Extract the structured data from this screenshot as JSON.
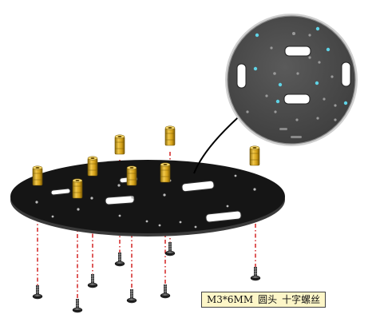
{
  "callout": {
    "part": "M3*6MM",
    "head": "圆头",
    "type": "十字螺丝"
  },
  "colors": {
    "plate": "#151515",
    "plate_edge": "#3a3a3a",
    "detail_plate": "#4a4a4a",
    "detail_plate_edge": "#8a8a8a",
    "standoff_gold": "#d4a017",
    "standoff_gold_dark": "#8c6a08",
    "screw": "#333333",
    "guide_line": "#cc0000",
    "label_bg": "#fdf6c8",
    "hole_highlight": "#5fd3e6"
  }
}
